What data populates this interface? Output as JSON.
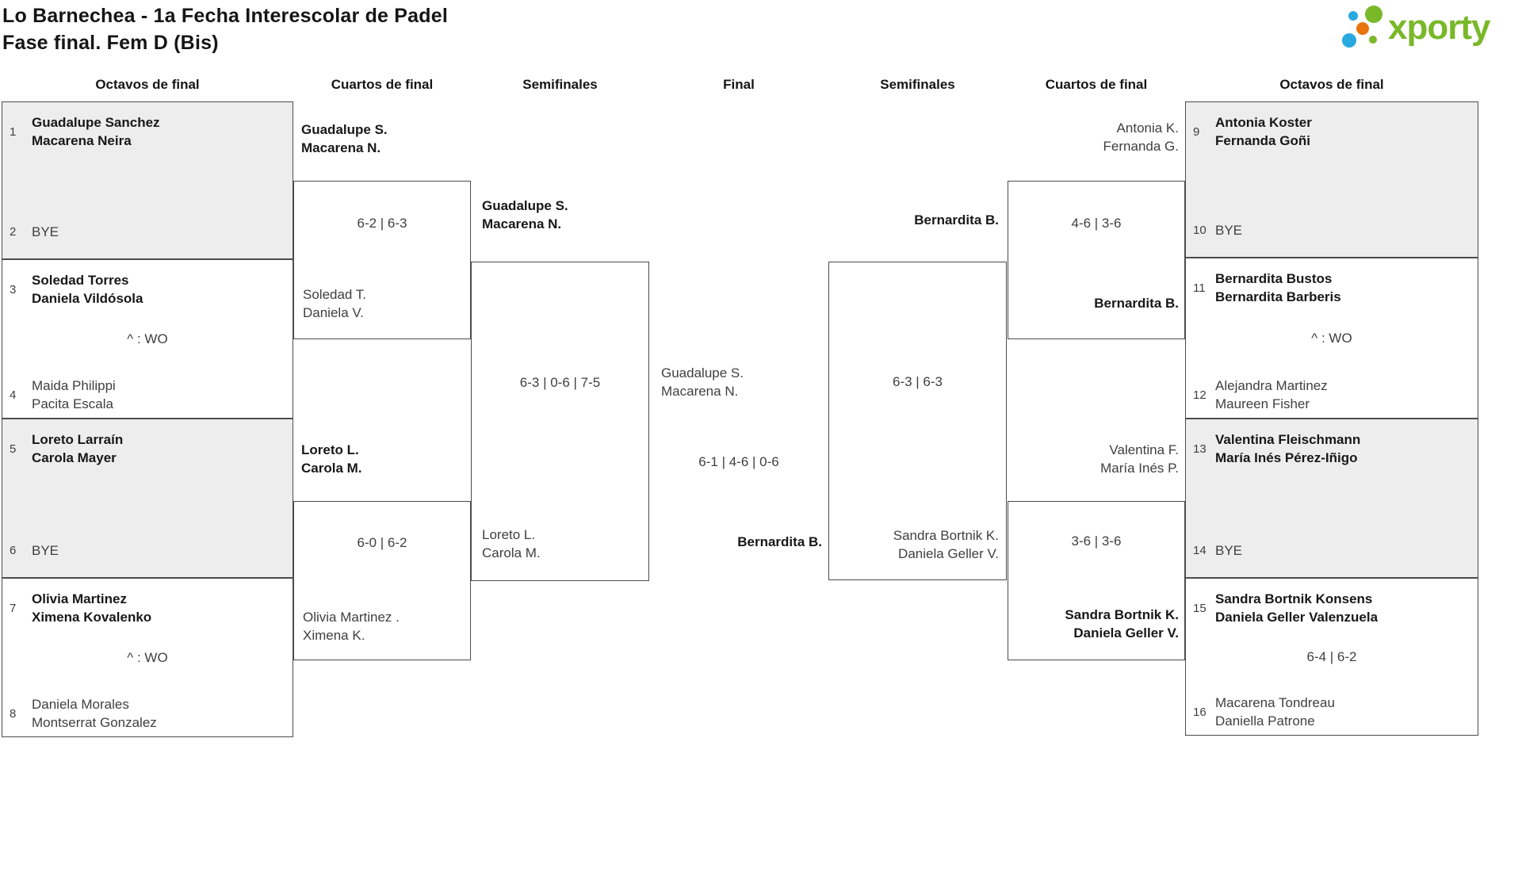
{
  "title": {
    "line1": "Lo Barnechea - 1a Fecha Interescolar de Padel",
    "line2": "Fase final. Fem D (Bis)"
  },
  "logo": {
    "text": "xporty",
    "green": "#79b829",
    "blue": "#29a9e0",
    "orange": "#e8740e"
  },
  "rounds": {
    "r16_left": "Octavos de final",
    "qf_left": "Cuartos de final",
    "sf_left": "Semifinales",
    "final": "Final",
    "sf_right": "Semifinales",
    "qf_right": "Cuartos de final",
    "r16_right": "Octavos de final"
  },
  "matches": {
    "o1": {
      "seed_a": "1",
      "a1": "Guadalupe Sanchez",
      "a2": "Macarena Neira",
      "score": "",
      "seed_b": "2",
      "b1": "BYE"
    },
    "o2": {
      "seed_a": "3",
      "a1": "Soledad Torres",
      "a2": "Daniela Vildósola",
      "score": "^ : WO",
      "seed_b": "4",
      "b1": "Maida Philippi",
      "b2": "Pacita Escala"
    },
    "o3": {
      "seed_a": "5",
      "a1": "Loreto Larraín",
      "a2": "Carola Mayer",
      "score": "",
      "seed_b": "6",
      "b1": "BYE"
    },
    "o4": {
      "seed_a": "7",
      "a1": "Olivia Martinez",
      "a2": "Ximena Kovalenko",
      "score": "^ : WO",
      "seed_b": "8",
      "b1": "Daniela Morales",
      "b2": "Montserrat Gonzalez"
    },
    "o5": {
      "seed_a": "9",
      "a1": "Antonia Koster",
      "a2": "Fernanda Goñi",
      "score": "",
      "seed_b": "10",
      "b1": "BYE"
    },
    "o6": {
      "seed_a": "11",
      "a1": "Bernardita Bustos",
      "a2": "Bernardita Barberis",
      "score": "^ : WO",
      "seed_b": "12",
      "b1": "Alejandra Martinez",
      "b2": "Maureen Fisher"
    },
    "o7": {
      "seed_a": "13",
      "a1": "Valentina Fleischmann",
      "a2": "María Inés Pérez-Iñigo",
      "score": "",
      "seed_b": "14",
      "b1": "BYE"
    },
    "o8": {
      "seed_a": "15",
      "a1": "Sandra Bortnik Konsens",
      "a2": "Daniela Geller Valenzuela",
      "score": "6-4 | 6-2",
      "seed_b": "16",
      "b1": "Macarena Tondreau",
      "b2": "Daniella Patrone"
    },
    "q1": {
      "top1": "Guadalupe S.",
      "top2": "Macarena N.",
      "score": "6-2 | 6-3",
      "bot1": "Soledad T.",
      "bot2": "Daniela V."
    },
    "q2": {
      "top1": "Loreto L.",
      "top2": "Carola M.",
      "score": "6-0 | 6-2",
      "bot1": "Olivia Martinez .",
      "bot2": "Ximena K."
    },
    "q3": {
      "top1": "Antonia K.",
      "top2": "Fernanda G.",
      "score": "4-6 | 3-6",
      "bot1": "Bernardita B."
    },
    "q4": {
      "top1": "Valentina F.",
      "top2": "María Inés P.",
      "score": "3-6 | 3-6",
      "bot1": "Sandra Bortnik K.",
      "bot2": "Daniela Geller V."
    },
    "s1": {
      "top1": "Guadalupe S.",
      "top2": "Macarena N.",
      "score": "6-3 | 0-6 | 7-5",
      "bot1": "Loreto L.",
      "bot2": "Carola M."
    },
    "s2": {
      "top1": "Bernardita B.",
      "score": "6-3 | 6-3",
      "bot1": "Sandra Bortnik K.",
      "bot2": "Daniela Geller V."
    },
    "f": {
      "left1": "Guadalupe S.",
      "left2": "Macarena N.",
      "score": "6-1 | 4-6 | 0-6",
      "winner": "Bernardita B."
    }
  }
}
